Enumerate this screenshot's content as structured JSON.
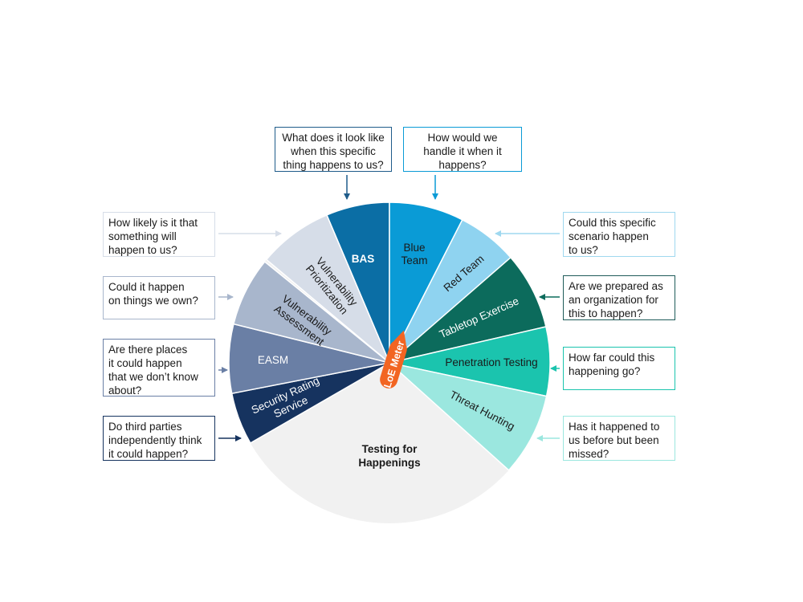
{
  "center_label": "Testing for\nHappenings",
  "meter_label": "LoE Meter",
  "colors": {
    "meter": "#f26522",
    "center_base": "#f1f1f1"
  },
  "segments": [
    {
      "id": "bas",
      "label": "BAS",
      "color": "#0b6ea5",
      "text_color": "#ffffff",
      "bold": true
    },
    {
      "id": "blue-team",
      "label": "Blue\nTeam",
      "color": "#0a9bd6",
      "text_color": "#1a1a1a",
      "bold": false
    },
    {
      "id": "red-team",
      "label": "Red Team",
      "color": "#8fd3f0",
      "text_color": "#1a1a1a",
      "bold": false
    },
    {
      "id": "tabletop-exercise",
      "label": "Tabletop Exercise",
      "color": "#0c6b5c",
      "text_color": "#ffffff",
      "bold": false
    },
    {
      "id": "penetration-testing",
      "label": "Penetration Testing",
      "color": "#1bc4ae",
      "text_color": "#1a1a1a",
      "bold": false
    },
    {
      "id": "threat-hunting",
      "label": "Threat Hunting",
      "color": "#9be7df",
      "text_color": "#1a1a1a",
      "bold": false
    },
    {
      "id": "security-rating-service",
      "label": "Security Rating\nService",
      "color": "#16335f",
      "text_color": "#ffffff",
      "bold": false
    },
    {
      "id": "easm",
      "label": "EASM",
      "color": "#6a7fa5",
      "text_color": "#ffffff",
      "bold": false
    },
    {
      "id": "vulnerability-assessment",
      "label": "Vulnerability\nAssessment",
      "color": "#a8b6cc",
      "text_color": "#1a1a1a",
      "bold": false
    },
    {
      "id": "vulnerability-prioritization",
      "label": "Vulnerability\nPrioritization",
      "color": "#d6dde8",
      "text_color": "#1a1a1a",
      "bold": false
    }
  ],
  "questions": [
    {
      "id": "bas",
      "text": "What does it look like\nwhen this specific\nthing happens to us?",
      "border": "#1f5c8a",
      "arrow_color": "#1f5c8a"
    },
    {
      "id": "blue-team",
      "text": "How would we\nhandle it when it\nhappens?",
      "border": "#0a9bd6",
      "arrow_color": "#0a9bd6"
    },
    {
      "id": "red-team",
      "text": "Could this specific\nscenario happen\nto us?",
      "border": "#9fd8ef",
      "arrow_color": "#9fd8ef"
    },
    {
      "id": "tabletop-exercise",
      "text": "Are we prepared as\nan organization for\nthis to happen?",
      "border": "#1f5c5a",
      "arrow_color": "#0c6b5c"
    },
    {
      "id": "penetration-testing",
      "text": "How far could this\nhappening go?",
      "border": "#1bc4ae",
      "arrow_color": "#1bc4ae"
    },
    {
      "id": "threat-hunting",
      "text": "Has it happened to\nus before but been\nmissed?",
      "border": "#9be7df",
      "arrow_color": "#9be7df"
    },
    {
      "id": "security-rating-service",
      "text": "Do third parties\nindependently think\nit could happen?",
      "border": "#16335f",
      "arrow_color": "#16335f"
    },
    {
      "id": "easm",
      "text": "Are there places\nit could happen\nthat we don’t know\nabout?",
      "border": "#6a7fa5",
      "arrow_color": "#6a7fa5"
    },
    {
      "id": "vulnerability-assessment",
      "text": "Could it happen\non things we own?",
      "border": "#a8b6cc",
      "arrow_color": "#a8b6cc"
    },
    {
      "id": "vulnerability-prioritization",
      "text": "How likely is it that\nsomething will\nhappen to us?",
      "border": "#d6dde8",
      "arrow_color": "#d6dde8"
    }
  ]
}
